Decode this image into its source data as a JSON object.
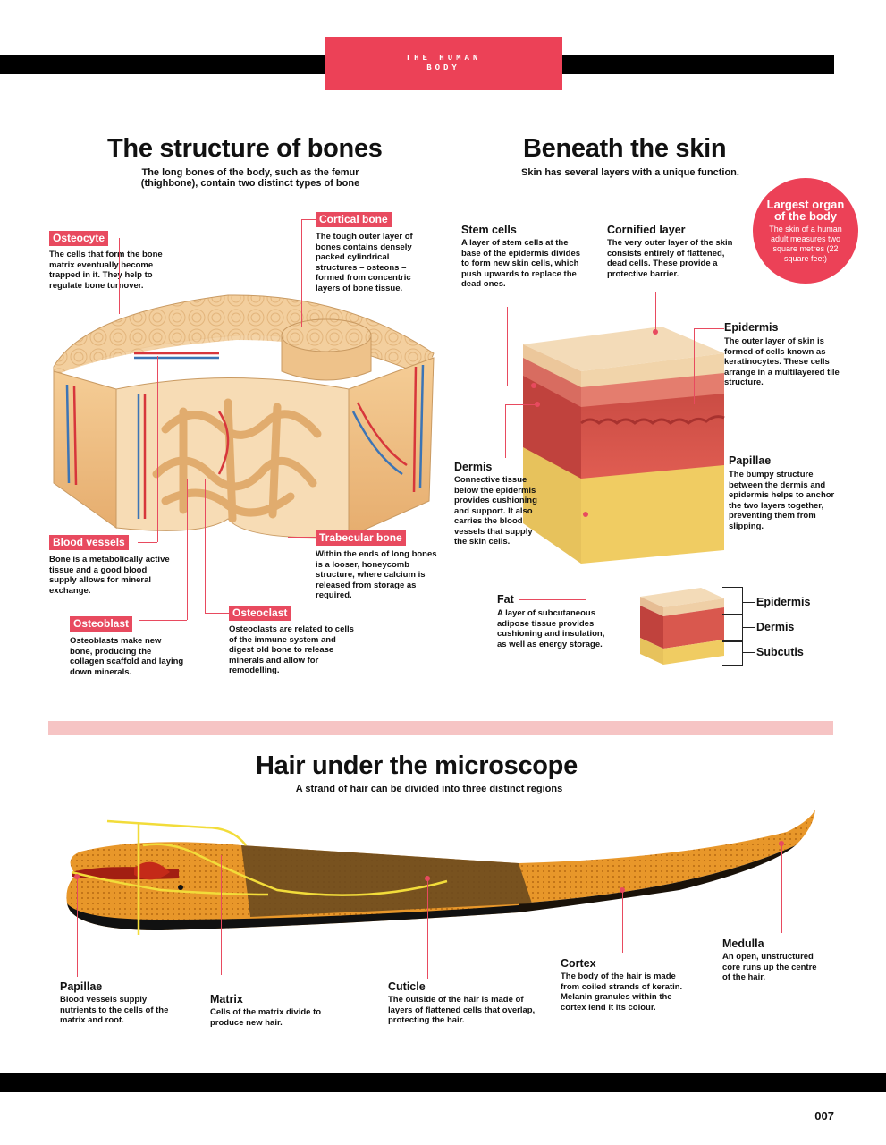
{
  "header": {
    "section_line1": "THE HUMAN",
    "section_line2": "BODY"
  },
  "bones": {
    "title": "The structure of bones",
    "subtitle_line1": "The long bones of the body, such as the femur",
    "subtitle_line2": "(thighbone), contain two distinct types of bone",
    "osteocyte": {
      "label": "Osteocyte",
      "text": "The cells that form the bone matrix eventually become trapped in it. They help to regulate bone turnover."
    },
    "cortical": {
      "label": "Cortical bone",
      "text": "The tough outer layer of bones contains densely packed cylindrical structures – osteons – formed from concentric layers of bone tissue."
    },
    "blood_vessels": {
      "label": "Blood vessels",
      "text": "Bone is a metabolically active tissue and a good blood supply allows for mineral exchange."
    },
    "trabecular": {
      "label": "Trabecular bone",
      "text": "Within the ends of long bones is a looser, honeycomb structure, where calcium is released from storage as required."
    },
    "osteoblast": {
      "label": "Osteoblast",
      "text": "Osteoblasts make new bone, producing the collagen scaffold and laying down minerals."
    },
    "osteoclast": {
      "label": "Osteoclast",
      "text": "Osteoclasts are related to cells of the immune system and digest old bone to release minerals and allow for remodelling."
    }
  },
  "skin": {
    "title": "Beneath the skin",
    "subtitle": "Skin has several layers with a unique function.",
    "organ": {
      "title_line1": "Largest organ",
      "title_line2": "of the body",
      "text": "The skin of a human adult measures two square metres (22 square feet)"
    },
    "stem_cells": {
      "label": "Stem cells",
      "text": "A layer of stem cells at the base of the epidermis divides to form new skin cells, which push upwards to replace the dead ones."
    },
    "cornified": {
      "label": "Cornified layer",
      "text": "The very outer layer of the skin consists entirely of flattened, dead cells. These provide a protective barrier."
    },
    "epidermis": {
      "label": "Epidermis",
      "text": "The outer layer of skin is formed of cells known as keratinocytes. These cells arrange in a multilayered tile structure."
    },
    "dermis": {
      "label": "Dermis",
      "text": "Connective tissue below the epidermis provides cushioning and support. It also carries the blood vessels that supply the skin cells."
    },
    "papillae": {
      "label": "Papillae",
      "text": "The bumpy structure between the dermis and epidermis helps to anchor the two layers together, preventing them from slipping."
    },
    "fat": {
      "label": "Fat",
      "text": "A layer of subcutaneous adipose tissue provides cushioning and insulation, as well as energy storage."
    },
    "layers": [
      "Epidermis",
      "Dermis",
      "Subcutis"
    ]
  },
  "hair": {
    "title": "Hair under the microscope",
    "subtitle": "A strand of hair can be divided into three distinct regions",
    "papillae": {
      "label": "Papillae",
      "text": "Blood vessels supply nutrients to the cells of the matrix and root."
    },
    "matrix": {
      "label": "Matrix",
      "text": "Cells of the matrix divide to produce new hair."
    },
    "cuticle": {
      "label": "Cuticle",
      "text": "The outside of the hair is made of layers of flattened cells that overlap, protecting the hair."
    },
    "cortex": {
      "label": "Cortex",
      "text": "The body of the hair is made from coiled strands of keratin. Melanin granules within the cortex lend it its colour."
    },
    "medulla": {
      "label": "Medulla",
      "text": "An open, unstructured core runs up the centre of the hair."
    }
  },
  "footer": {
    "page_number": "007"
  },
  "colors": {
    "accent": "#ec4157",
    "band": "#f6c4c4"
  }
}
